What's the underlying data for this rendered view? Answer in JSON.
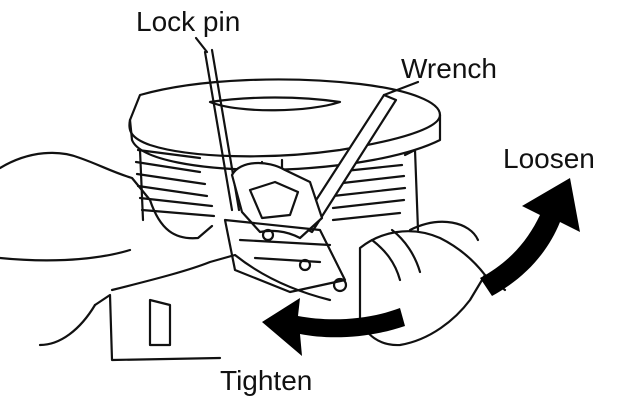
{
  "labels": {
    "lock_pin": "Lock pin",
    "wrench": "Wrench",
    "loosen": "Loosen",
    "tighten": "Tighten"
  },
  "icons": {
    "loosen_arrow": "curved-arrow-up-right-icon",
    "tighten_arrow": "curved-arrow-left-icon"
  },
  "colors": {
    "line": "#111111",
    "fill": "#ffffff",
    "arrow": "#000000"
  }
}
